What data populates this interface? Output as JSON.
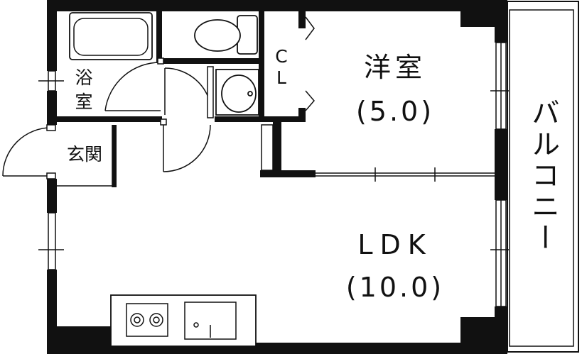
{
  "rooms": {
    "western_room": {
      "name": "洋室",
      "size": "(5.0)"
    },
    "ldk": {
      "name": "LDK",
      "size": "(10.0)"
    },
    "bath": {
      "line1": "浴",
      "line2": "室"
    },
    "entrance": {
      "name": "玄関"
    },
    "closet": {
      "line1": "C",
      "line2": "L"
    },
    "balcony": {
      "name": "バルコニー"
    }
  }
}
